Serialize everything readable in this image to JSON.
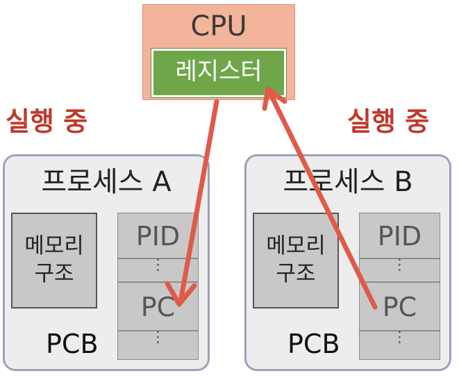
{
  "cpu": {
    "label": "CPU",
    "register_label": "레지스터"
  },
  "status": {
    "left": "실행 중",
    "right": "실행 중"
  },
  "process_a": {
    "title": "프로세스 A",
    "memory_label_line1": "메모리",
    "memory_label_line2": "구조",
    "pcb_label": "PCB",
    "pcb_fields": [
      "PID",
      "⋮",
      "PC",
      "⋮"
    ]
  },
  "process_b": {
    "title": "프로세스 B",
    "memory_label_line1": "메모리",
    "memory_label_line2": "구조",
    "pcb_label": "PCB",
    "pcb_fields": [
      "PID",
      "⋮",
      "PC",
      "⋮"
    ]
  },
  "colors": {
    "cpu_fill": "#f2b49a",
    "register_fill": "#70a64a",
    "arrow": "#e05a4a",
    "status_text": "#c0392b",
    "process_border": "#9aa3b8"
  }
}
